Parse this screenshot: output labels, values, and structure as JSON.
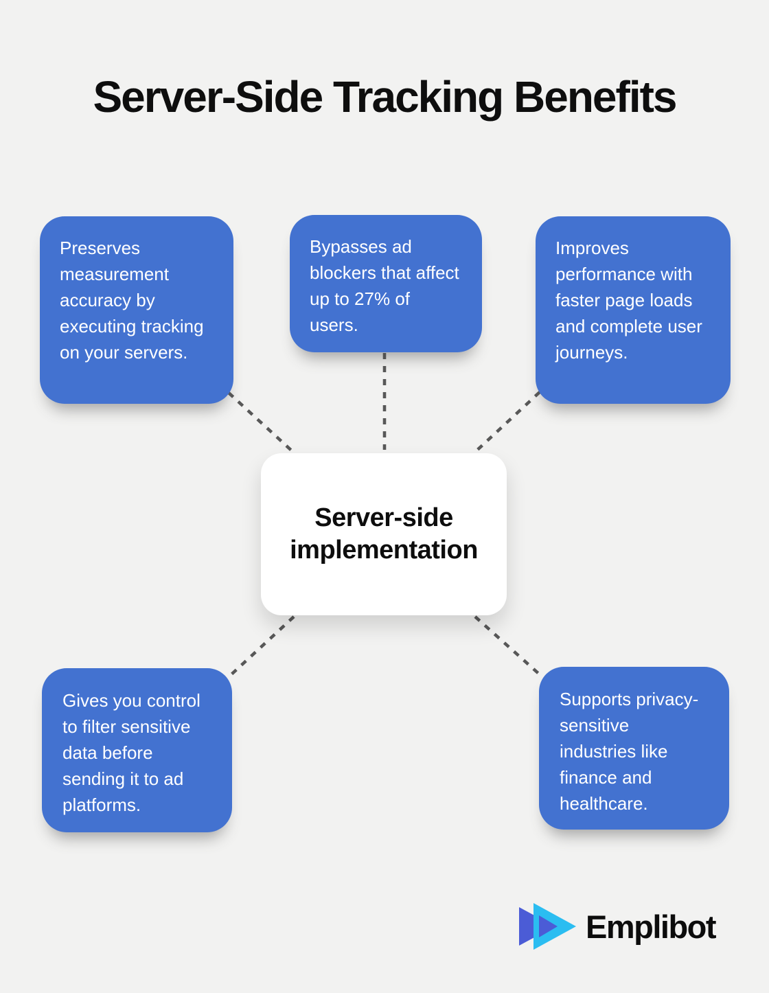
{
  "title": "Server-Side Tracking Benefits",
  "center": {
    "label": "Server-side implementation"
  },
  "benefits": [
    {
      "position": "top-left",
      "text": "Preserves measurement accuracy by executing tracking on your servers."
    },
    {
      "position": "top-middle",
      "text": "Bypasses ad blockers that affect up to 27% of users."
    },
    {
      "position": "top-right",
      "text": "Improves performance with faster page loads and complete user journeys."
    },
    {
      "position": "bottom-left",
      "text": "Gives you control to filter sensitive data before sending it to ad platforms."
    },
    {
      "position": "bottom-right",
      "text": "Supports privacy-sensitive industries like finance and healthcare."
    }
  ],
  "footer": {
    "brand": "Emplibot"
  },
  "icons": {
    "brand_logo": "double-play-triangles-icon"
  },
  "colors": {
    "background": "#f2f2f1",
    "card_blue": "#4372d0",
    "card_text": "#ffffff",
    "center_card": "#ffffff",
    "connector": "#585858",
    "title_text": "#0e0e0e",
    "logo_purple": "#4b5cd6",
    "logo_cyan": "#2bbdf1"
  }
}
